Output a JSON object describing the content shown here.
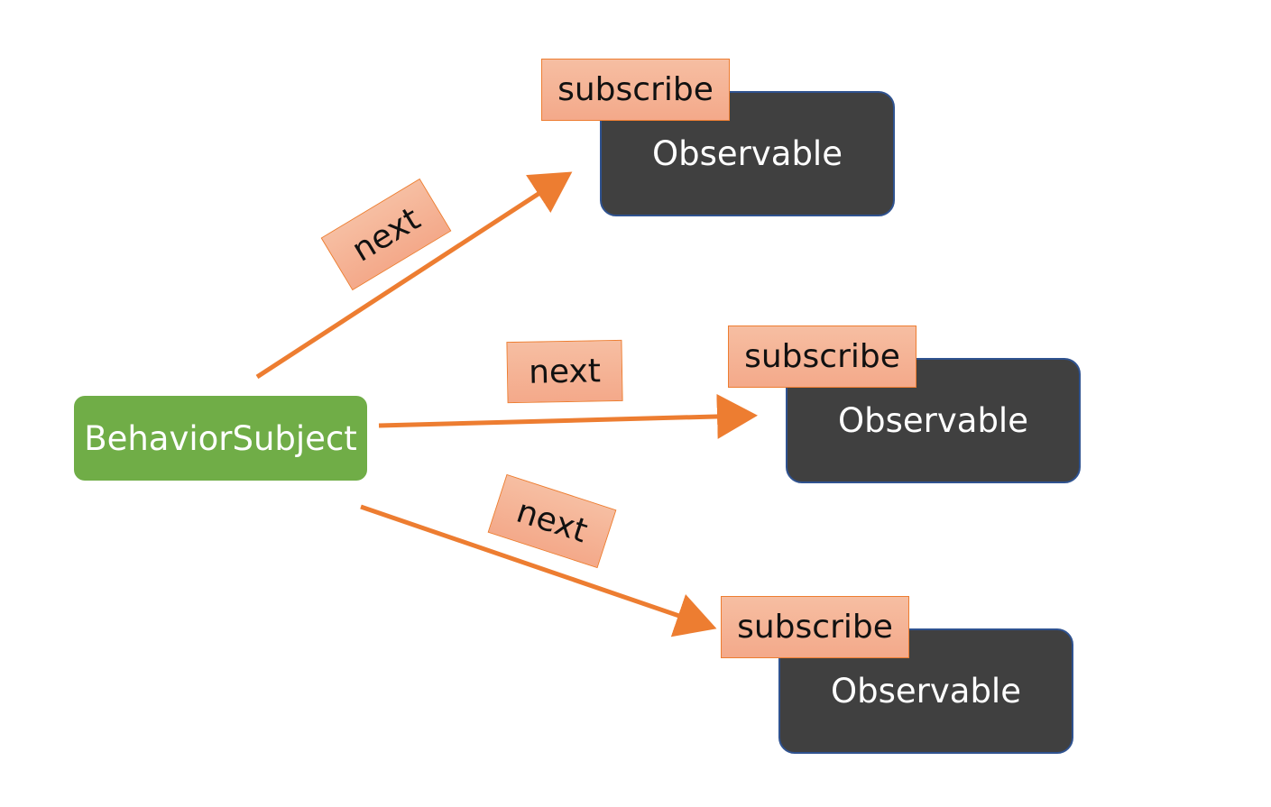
{
  "diagram": {
    "source": {
      "label": "BehaviorSubject",
      "color": "#70ad47"
    },
    "observables": [
      {
        "label": "Observable",
        "subscribe_label": "subscribe"
      },
      {
        "label": "Observable",
        "subscribe_label": "subscribe"
      },
      {
        "label": "Observable",
        "subscribe_label": "subscribe"
      }
    ],
    "edges": [
      {
        "label": "next"
      },
      {
        "label": "next"
      },
      {
        "label": "next"
      }
    ],
    "colors": {
      "arrow": "#ed7d31",
      "observable_fill": "#404040",
      "observable_border": "#2f528f",
      "tag_fill": "#f4b183"
    }
  }
}
